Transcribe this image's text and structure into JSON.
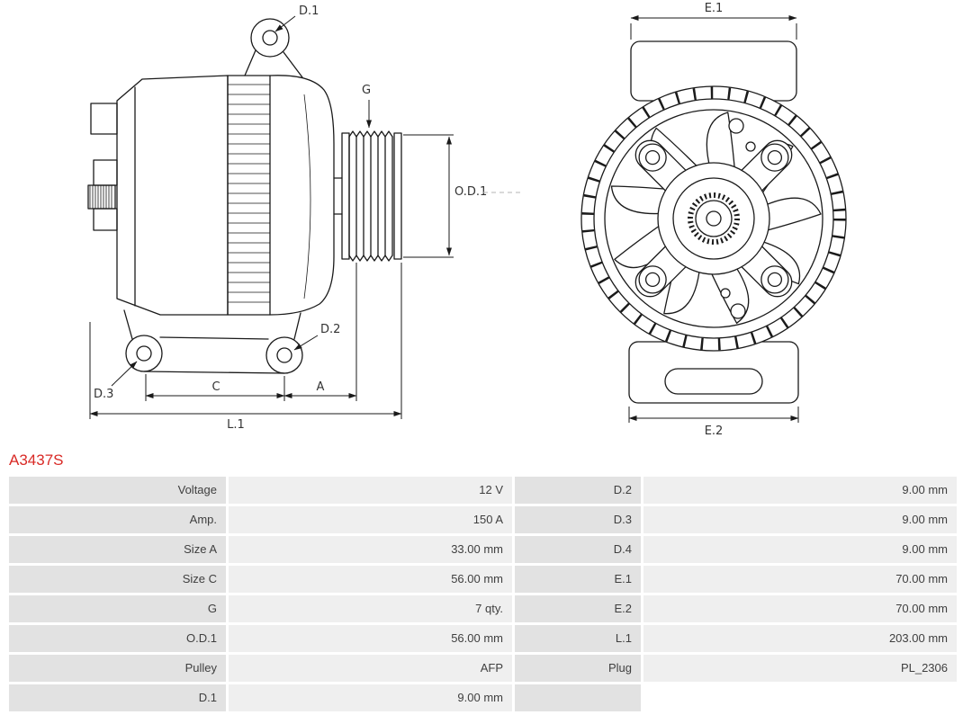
{
  "part_number": "A3437S",
  "colors": {
    "part-number": "#d92a26",
    "label-bg": "#e2e2e2",
    "value-bg": "#efefef",
    "line": "#1a1a1a",
    "text": "#3f3f3f"
  },
  "diagram": {
    "side": {
      "d1": "D.1",
      "g": "G",
      "od1": "O.D.1",
      "d2": "D.2",
      "d3": "D.3",
      "c": "C",
      "a": "A",
      "l1": "L.1"
    },
    "front": {
      "e1": "E.1",
      "e2": "E.2"
    }
  },
  "table": {
    "rows": [
      [
        "Voltage",
        "12 V",
        "D.2",
        "9.00 mm"
      ],
      [
        "Amp.",
        "150 A",
        "D.3",
        "9.00 mm"
      ],
      [
        "Size A",
        "33.00 mm",
        "D.4",
        "9.00 mm"
      ],
      [
        "Size C",
        "56.00 mm",
        "E.1",
        "70.00 mm"
      ],
      [
        "G",
        "7 qty.",
        "E.2",
        "70.00 mm"
      ],
      [
        "O.D.1",
        "56.00 mm",
        "L.1",
        "203.00 mm"
      ],
      [
        "Pulley",
        "AFP",
        "Plug",
        "PL_2306"
      ],
      [
        "D.1",
        "9.00 mm",
        "",
        ""
      ]
    ]
  }
}
